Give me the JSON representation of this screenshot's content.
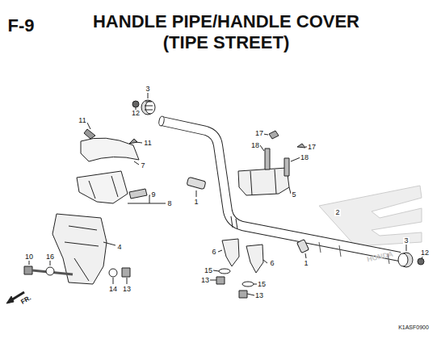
{
  "diagram": {
    "title": "HANDLE PIPE/HANDLE COVER (TIPE STREET)",
    "labels": [
      "F-9",
      "3",
      "12",
      "11",
      "11",
      "7",
      "9",
      "8",
      "4",
      "10",
      "16",
      "14",
      "13",
      "1",
      "17",
      "18",
      "17",
      "18",
      "5",
      "2",
      "3",
      "12",
      "6",
      "6",
      "15",
      "13",
      "15",
      "13",
      "1",
      "FR.",
      "HONDA",
      "K1ASF0900"
    ]
  }
}
